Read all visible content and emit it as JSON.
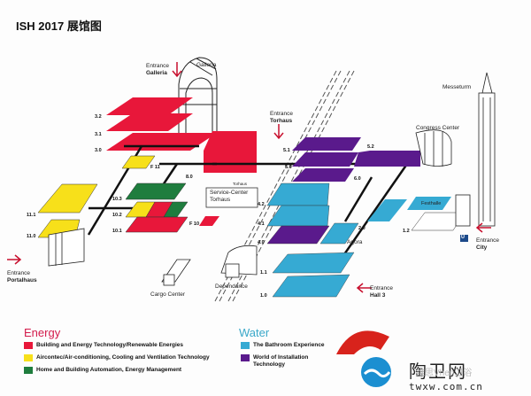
{
  "title": "ISH 2017 展馆图",
  "colors": {
    "energy_red": "#e8173a",
    "energy_yellow": "#f7e01a",
    "energy_green": "#1f7d3e",
    "water_blue": "#36aad3",
    "water_purple": "#5a1a8c",
    "arrow_red": "#c8102e",
    "energy_heading": "#d31a4b",
    "water_heading": "#3aa8c9"
  },
  "places": {
    "galleria": "Galleria",
    "messeturm": "Messeturm",
    "congress_center": "Congress Center",
    "service_center": "Service-Center Torhaus",
    "torhaus_small": "Torhaus",
    "festhalle": "Festhalle",
    "agora": "Agora",
    "cargo_center": "Cargo Center",
    "dependance": "Dependance",
    "f11": "F 11",
    "f10": "F 10",
    "u_sign": "U"
  },
  "entrances": [
    {
      "line1": "Entrance",
      "line2": "Galleria"
    },
    {
      "line1": "Entrance",
      "line2": "Torhaus"
    },
    {
      "line1": "Entrance",
      "line2": "Portalhaus"
    },
    {
      "line1": "Entrance",
      "line2": "Hall 3"
    },
    {
      "line1": "Entrance",
      "line2": "City"
    }
  ],
  "hall_labels": {
    "h3_2": "3.2",
    "h3_1": "3.1",
    "h3_0": "3.0",
    "h11_1": "11.1",
    "h11_0": "11.0",
    "h10_3": "10.3",
    "h10_2": "10.2",
    "h10_1": "10.1",
    "h8_0": "8.0",
    "h5_1": "5.1",
    "h5_0": "5.0",
    "h6_0": "6.0",
    "h4_2": "4.2",
    "h4_1": "4.1",
    "h4_0": "4.0",
    "h1_1": "1.1",
    "h1_0": "1.0",
    "h2_0": "2.0",
    "h1_2": "1.2",
    "h5_2": "5.2"
  },
  "legend": {
    "energy": {
      "heading": "Energy",
      "items": [
        {
          "label": "Building and Energy Technology/Renewable Energies",
          "color": "#e8173a"
        },
        {
          "label": "Aircontec/Air-conditioning, Cooling and Ventilation Technology",
          "color": "#f7e01a"
        },
        {
          "label": "Home and Building Automation, Energy Management",
          "color": "#1f7d3e"
        }
      ]
    },
    "water": {
      "heading": "Water",
      "items": [
        {
          "label": "The Bathroom Experience",
          "color": "#36aad3"
        },
        {
          "label": "World of Installation Technology",
          "color": "#5a1a8c"
        }
      ]
    }
  },
  "watermark": {
    "brand": "陶卫网",
    "url": "twxw.com.cn",
    "overlay": "维思Vhen卫浴"
  }
}
